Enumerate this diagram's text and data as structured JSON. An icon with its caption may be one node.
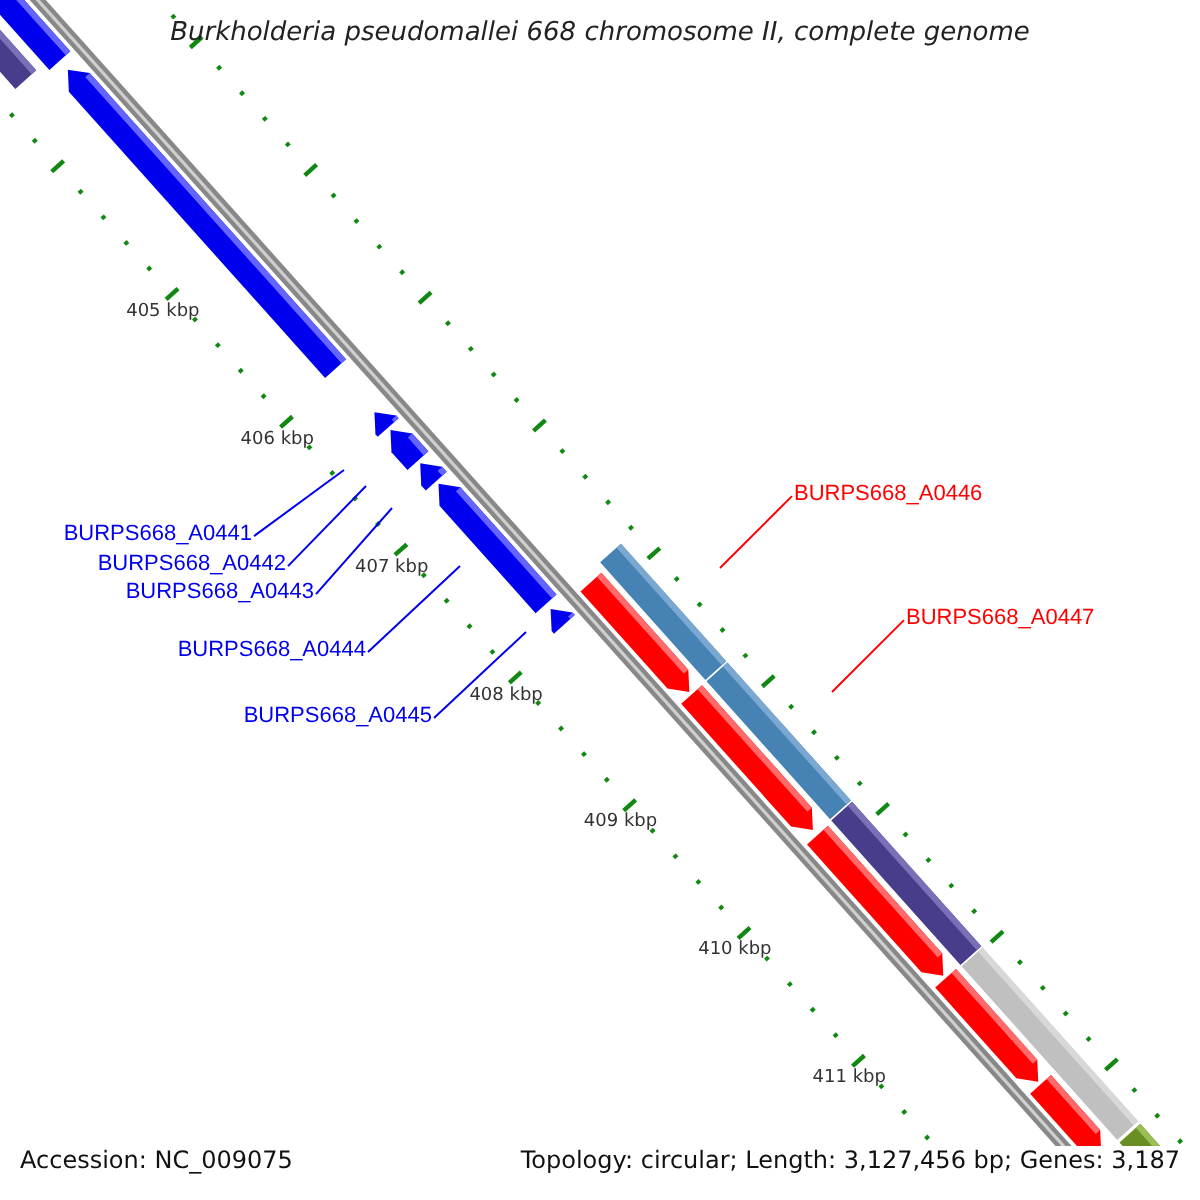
{
  "diagram": {
    "title": "Burkholderia pseudomallei 668 chromosome II, complete genome",
    "nodes": [
      {
        "text": [
          "BURPS668_A0441"
        ]
      },
      {
        "text": [
          "BURPS668_A0442"
        ]
      },
      {
        "text": [
          "BURPS668_A0443"
        ]
      },
      {
        "text": [
          "BURPS668_A0444"
        ]
      },
      {
        "text": [
          "BURPS668_A0445"
        ]
      },
      {
        "text": [
          "BURPS668_A0446"
        ]
      },
      {
        "text": [
          "BURPS668_A0447"
        ]
      }
    ],
    "edges": [
      {
        "from": 0,
        "to": null,
        "arrow": "none"
      },
      {
        "from": 1,
        "to": null,
        "arrow": "none"
      },
      {
        "from": 2,
        "to": null,
        "arrow": "none"
      },
      {
        "from": 3,
        "to": null,
        "arrow": "none"
      },
      {
        "from": 4,
        "to": null,
        "arrow": "none"
      },
      {
        "from": 5,
        "to": null,
        "arrow": "none",
        "color": "#ff0000"
      },
      {
        "from": 6,
        "to": null,
        "arrow": "none",
        "color": "#ff0000"
      }
    ],
    "labels": [
      "405 kbp",
      "406 kbp",
      "407 kbp",
      "408 kbp",
      "409 kbp",
      "410 kbp",
      "411 kbp",
      "Accession: NC_009075",
      "Topology: circular; Length: 3,127,456 bp; Genes: 3,187"
    ]
  }
}
